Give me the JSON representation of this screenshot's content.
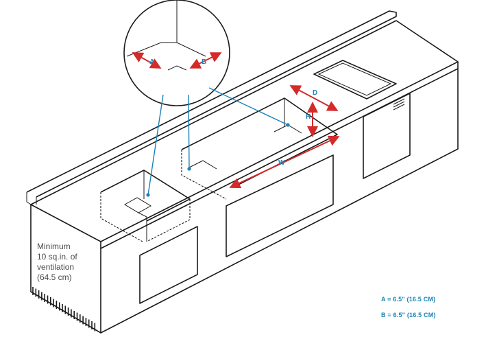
{
  "labels": {
    "a": "A",
    "b": "B",
    "d": "D",
    "h": "H",
    "w": "W"
  },
  "ventilation_note": [
    "Minimum",
    "10 sq.in. of",
    "ventilation",
    "(64.5 cm)"
  ],
  "dimensions": {
    "a": "A = 6.5\" (16.5 CM)",
    "b": "B = 6.5\" (16.5 CM)"
  },
  "colors": {
    "dimension_arrow": "#d42a2a",
    "callout_line": "#1a82b8",
    "outline": "#1a1a1a"
  }
}
